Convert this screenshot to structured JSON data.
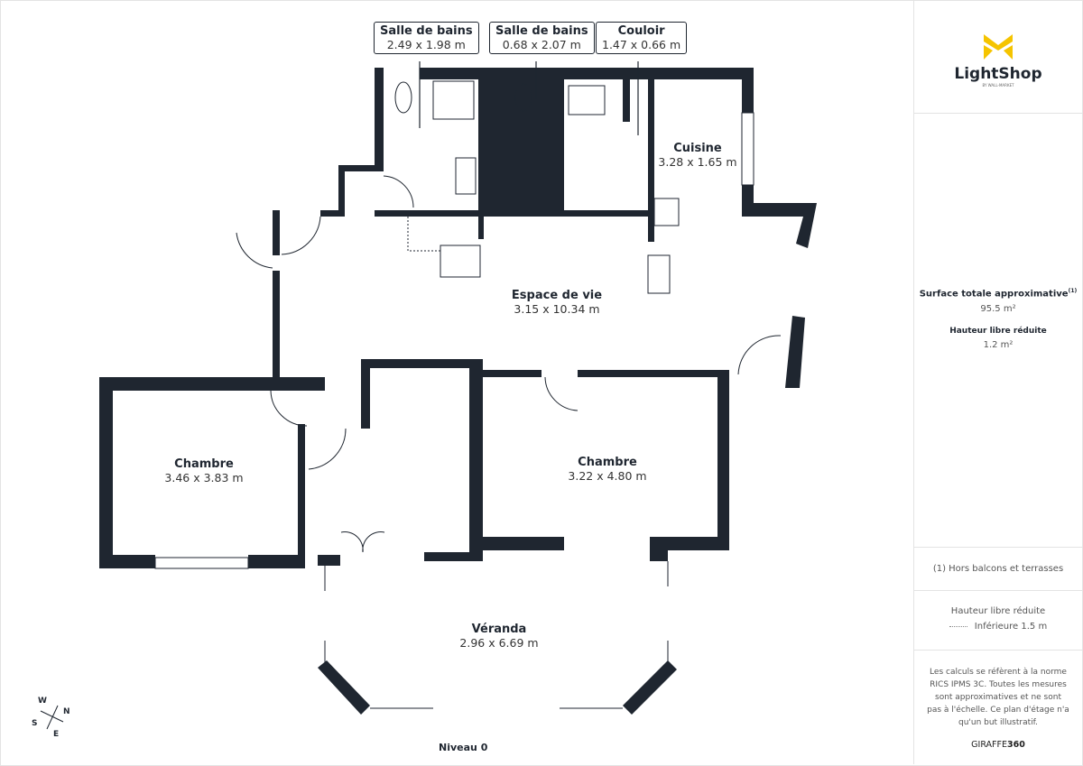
{
  "brand": {
    "name": "LightShop",
    "sub": "BY WALL-MARKET",
    "accent": "#f5c400"
  },
  "summary": {
    "total_label": "Surface totale approximative",
    "total_sup": "(1)",
    "total_value": "95.5 m²",
    "reduced_label": "Hauteur libre réduite",
    "reduced_value": "1.2 m²"
  },
  "note": "(1) Hors balcons et terrasses",
  "legend": {
    "title": "Hauteur libre réduite",
    "item": "Inférieure 1.5 m"
  },
  "disclaimer": "Les calculs se réfèrent à la norme RICS IPMS 3C. Toutes les mesures sont approximatives et ne sont pas à l'échelle. Ce plan d'étage n'a qu'un but illustratif.",
  "credit": {
    "a": "GIRAFFE",
    "b": "360"
  },
  "level": "Niveau 0",
  "compass": {
    "n": "N",
    "s": "S",
    "e": "E",
    "w": "W"
  },
  "tags": [
    {
      "name": "Salle de bains",
      "dim": "2.49 x 1.98 m"
    },
    {
      "name": "Salle de bains",
      "dim": "0.68 x 2.07 m"
    },
    {
      "name": "Couloir",
      "dim": "1.47 x 0.66 m"
    }
  ],
  "rooms": [
    {
      "name": "Cuisine",
      "dim": "3.28 x 1.65 m"
    },
    {
      "name": "Espace de vie",
      "dim": "3.15 x 10.34 m"
    },
    {
      "name": "Chambre",
      "dim": "3.46 x 3.83 m"
    },
    {
      "name": "Chambre",
      "dim": "3.22 x 4.80 m"
    },
    {
      "name": "Véranda",
      "dim": "2.96 x 6.69 m"
    }
  ],
  "colors": {
    "wall": "#1f2630"
  }
}
